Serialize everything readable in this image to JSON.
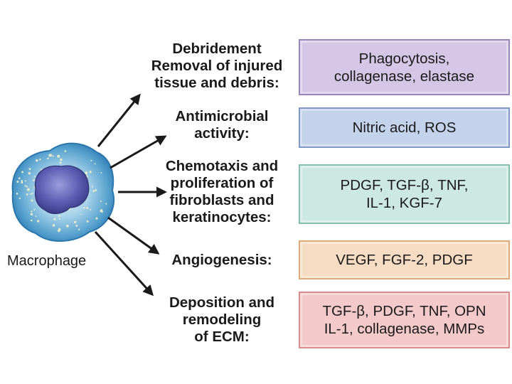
{
  "cell": {
    "label": "Macrophage"
  },
  "rows": [
    {
      "category": "Debridement\nRemoval of injured\ntissue and debris:",
      "mediators": "Phagocytosis,\ncollagenase, elastase",
      "box_fill": "#d6c6e6",
      "box_border": "#9a84b8"
    },
    {
      "category": "Antimicrobial\nactivity:",
      "mediators": "Nitric acid, ROS",
      "box_fill": "#c4d3ec",
      "box_border": "#7f98c6"
    },
    {
      "category": "Chemotaxis and\nproliferation of\nfibroblasts and\nkeratinocytes:",
      "mediators": "PDGF, TGF-β, TNF,\nIL-1, KGF-7",
      "box_fill": "#cde8e0",
      "box_border": "#86bfae"
    },
    {
      "category": "Angiogenesis:",
      "mediators": "VEGF, FGF-2, PDGF",
      "box_fill": "#f7dcc4",
      "box_border": "#e0a978"
    },
    {
      "category": "Deposition and\nremodeling\nof ECM:",
      "mediators": "TGF-β, PDGF, TNF, OPN\nIL-1, collagenase, MMPs",
      "box_fill": "#f4c9c9",
      "box_border": "#d98c8c"
    }
  ]
}
